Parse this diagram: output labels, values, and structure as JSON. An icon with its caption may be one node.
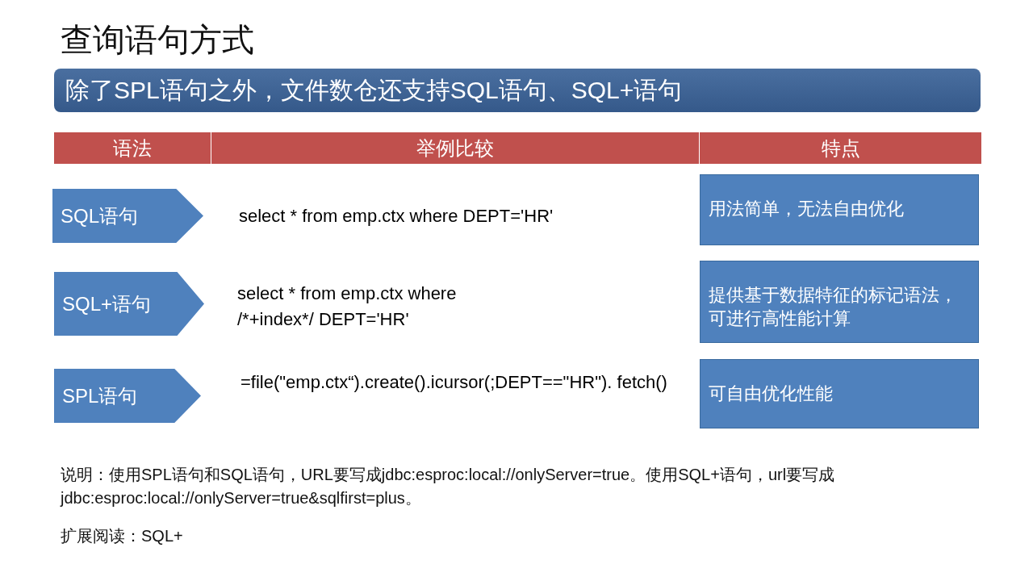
{
  "diagram": {
    "title": "查询语句方式",
    "nodes": [
      {
        "text": [
          "除了SPL语句之外，文件数仓还支持SQL语句、SQL+语句"
        ]
      },
      {
        "text": [
          "SQL语句"
        ]
      },
      {
        "text": [
          "SQL+语句"
        ]
      },
      {
        "text": [
          "SPL语句"
        ]
      },
      {
        "text": [
          "用法简单，无法自由优化"
        ]
      },
      {
        "text": [
          "提供基于数据特征的标记语法，可进行高性能计算"
        ]
      },
      {
        "text": [
          "可自由优化性能"
        ]
      }
    ],
    "labels": [
      "语法",
      "举例比较",
      "特点",
      "select * from emp.ctx where DEPT='HR'",
      "select * from emp.ctx where /*+index*/ DEPT='HR'",
      "=file(\"emp.ctx“).create().icursor(;DEPT==\"HR\"). fetch()",
      "说明：使用SPL语句和SQL语句，URL要写成jdbc:esproc:local://onlyServer=true。使用SQL+语句，url要写成jdbc:esproc:local://onlyServer=true&sqlfirst=plus。",
      "扩展阅读：SQL+"
    ]
  }
}
